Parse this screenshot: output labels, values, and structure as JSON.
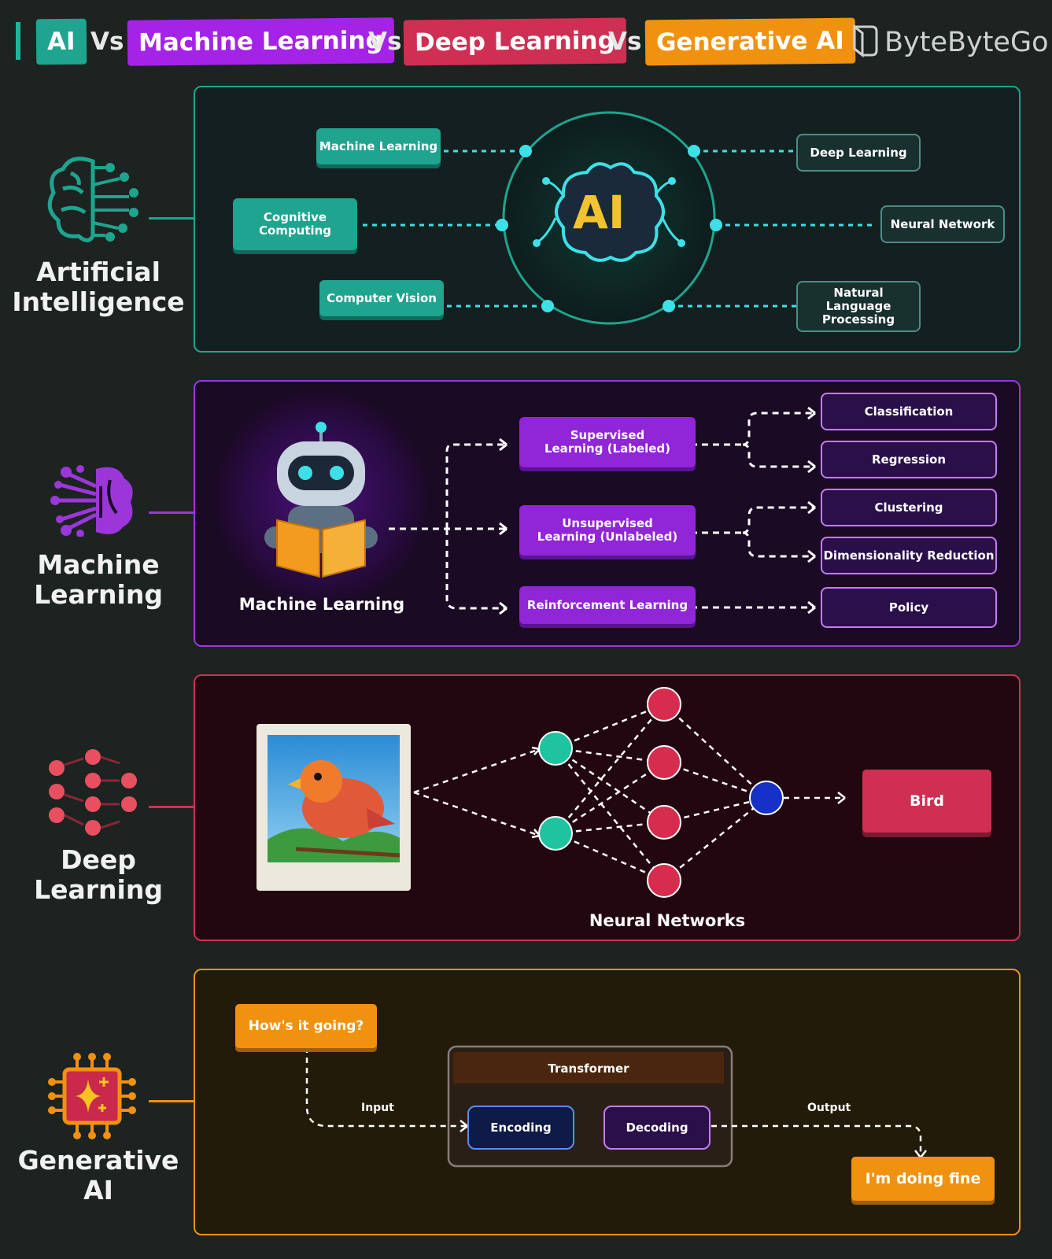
{
  "header": {
    "chips": [
      {
        "label": "AI",
        "color": "#1fa48f"
      },
      {
        "label": "Machine Learning",
        "color": "#a523e6"
      },
      {
        "label": "Deep Learning",
        "color": "#cf2f52"
      },
      {
        "label": "Generative AI",
        "color": "#f0920f"
      }
    ],
    "vs": "Vs",
    "brand": "ByteByteGo"
  },
  "ai": {
    "side_label": "Artificial Intelligence",
    "center": "AI",
    "left_nodes": [
      "Machine Learning",
      "Cognitive Computing",
      "Computer Vision"
    ],
    "right_nodes": [
      "Deep Learning",
      "Neural Network",
      "Natural Language Processing"
    ],
    "accent": "#20a592"
  },
  "ml": {
    "side_label": "Machine Learning",
    "robot_caption": "Machine Learning",
    "types": [
      "Supervised Learning (Labeled)",
      "Unsupervised Learning (Unlabeled)",
      "Reinforcement Learning"
    ],
    "outcomes": [
      "Classification",
      "Regression",
      "Clustering",
      "Dimensionality Reduction",
      "Policy"
    ],
    "accent": "#9b37d8"
  },
  "dl": {
    "side_label": "Deep Learning",
    "caption": "Neural Networks",
    "output": "Bird",
    "accent": "#c8344f"
  },
  "ga": {
    "side_label": "Generative AI",
    "prompt": "How's it going?",
    "input_label": "Input",
    "transformer": "Transformer",
    "encoding": "Encoding",
    "decoding": "Decoding",
    "output_label": "Output",
    "response": "I'm doing fine",
    "accent": "#e89410"
  }
}
